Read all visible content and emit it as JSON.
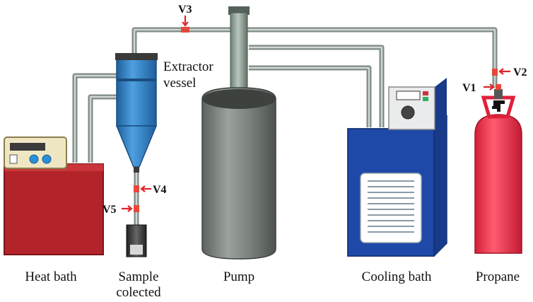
{
  "labels": {
    "heat_bath": "Heat bath",
    "sample_line1": "Sample",
    "sample_line2": "colected",
    "pump": "Pump",
    "cooling_bath": "Cooling bath",
    "propane": "Propane",
    "extractor_line1": "Extractor",
    "extractor_line2": "vessel"
  },
  "valves": {
    "v1": "V1",
    "v2": "V2",
    "v3": "V3",
    "v4": "V4",
    "v5": "V5"
  },
  "colors": {
    "heat_bath": "#b3242a",
    "extractor": "#2f7fc4",
    "pump": "#6f7470",
    "cooling_bath": "#1f49a8",
    "propane": "#f0304a",
    "pipe": "#7f8a84",
    "valve_arrow": "#e0252b"
  },
  "icons": {
    "valve": "valve-icon",
    "arrow": "red-arrow-icon"
  }
}
